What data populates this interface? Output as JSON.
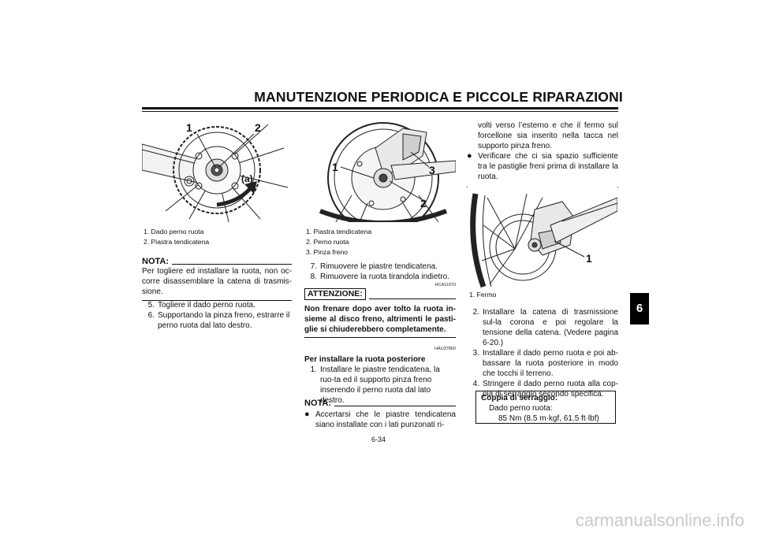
{
  "header": {
    "title": "MANUTENZIONE PERIODICA E PICCOLE RIPARAZIONI"
  },
  "section_tab": "6",
  "figure1": {
    "callouts": [
      "1",
      "2",
      "(a)"
    ],
    "captions": [
      "1. Dado perno ruota",
      "2. Piastra tendicatena"
    ]
  },
  "col1": {
    "nota_label": "NOTA:",
    "nota_text": "Per togliere ed installare la ruota, non oc-corre disassemblare la catena di trasmis-sione.",
    "steps": [
      {
        "n": "5.",
        "text": "Togliere il dado perno ruota."
      },
      {
        "n": "6.",
        "text": "Supportando la pinza freno, estrarre il perno ruota dal lato destro."
      }
    ]
  },
  "figure2": {
    "callouts": [
      "1",
      "2",
      "3"
    ],
    "captions": [
      "1. Piastra tendicatena",
      "2. Perno ruota",
      "3. Pinza freno"
    ]
  },
  "col2": {
    "steps": [
      {
        "n": "7.",
        "text": "Rimuovere le piastre tendicatena."
      },
      {
        "n": "8.",
        "text": "Rimuovere la ruota tirandola indietro."
      }
    ],
    "code1": "HCA11070",
    "warn_label": "ATTENZIONE:",
    "warn_text": "Non frenare dopo aver tolto la ruota in-sieme al disco freno, altrimenti le pasti-glie si chiuderebbero completamente.",
    "code2": "HAU37860",
    "install_heading": "Per installare la ruota posteriore",
    "install_step": {
      "n": "1.",
      "text": "Installare le piastre tendicatena, la ruo-ta ed il supporto pinza freno inserendo il perno ruota dal lato destro."
    },
    "nota_label": "NOTA:",
    "bullet1_start": "Accertarsi che le piastre tendicatena siano installate con i lati punzonati ri-"
  },
  "col3": {
    "bullet1_cont": "volti verso l’esterno e che il fermo sul forcellone sia inserito nella tacca nel supporto pinza freno.",
    "bullet2": "Verificare che ci sia spazio sufficiente tra le pastiglie freni prima di installare la ruota.",
    "bullet_glyph": "●",
    "figure3": {
      "callouts": [
        "1"
      ],
      "captions": [
        "1. Fermo"
      ]
    },
    "steps": [
      {
        "n": "2.",
        "text": "Installare la catena di trasmissione sul-la corona e poi regolare la tensione della catena. (Vedere pagina 6-20.)"
      },
      {
        "n": "3.",
        "text": "Installare il dado perno ruota e poi ab-bassare la ruota posteriore in modo che tocchi il terreno."
      },
      {
        "n": "4.",
        "text": "Stringere il dado perno ruota alla cop-pia di serraggio secondo specifica."
      }
    ],
    "torque_box": {
      "title": "Coppia di serraggio:",
      "item": "Dado perno ruota:",
      "value": "85 Nm (8.5 m·kgf, 61.5 ft·lbf)"
    }
  },
  "footer": {
    "page": "6-34",
    "watermark": "carmanualsonline.info"
  }
}
